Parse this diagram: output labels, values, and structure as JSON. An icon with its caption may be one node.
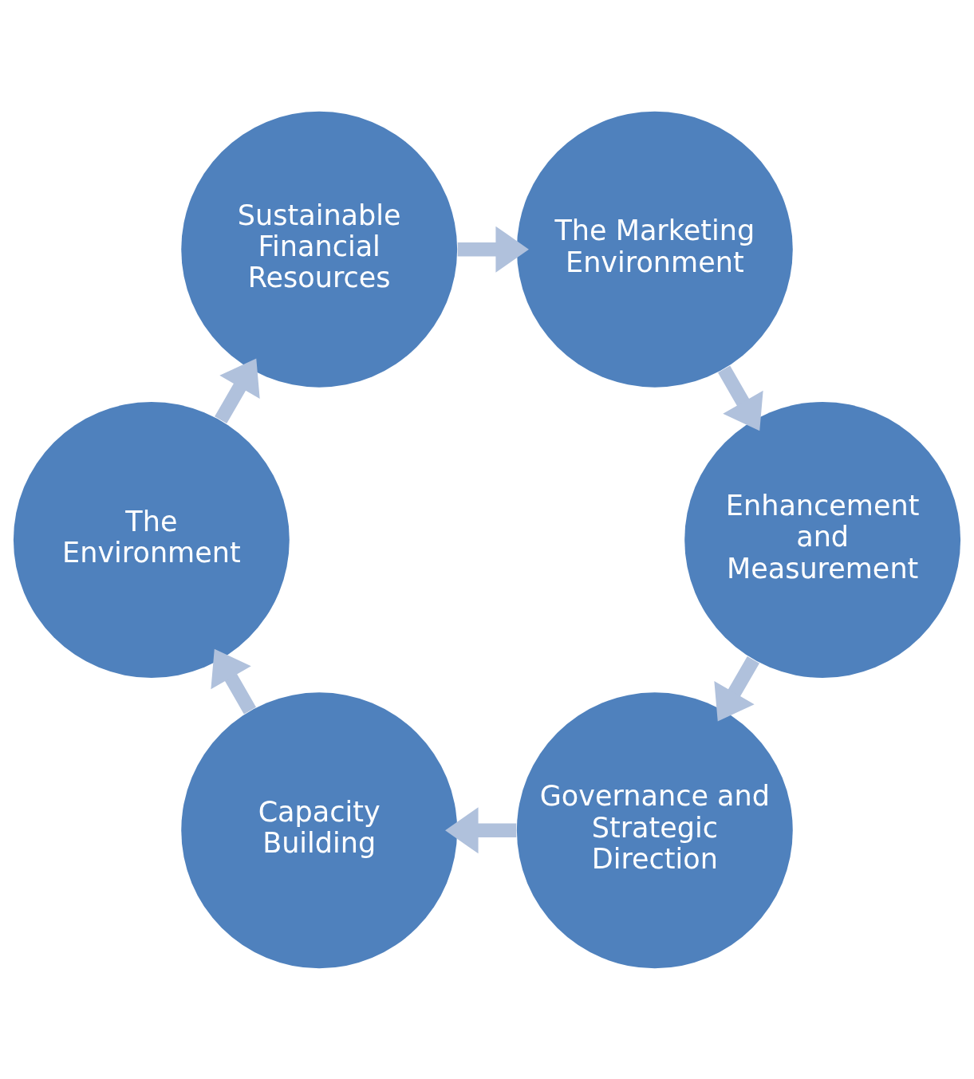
{
  "diagram": {
    "nodes": [
      {
        "text": [
          "Governance and Strategic Direction"
        ]
      },
      {
        "text": [
          "Capacity Building"
        ]
      },
      {
        "text": [
          "The Environment"
        ]
      },
      {
        "text": [
          "Sustainable Financial Resources"
        ]
      },
      {
        "text": [
          "The Marketing Environment"
        ]
      },
      {
        "text": [
          "Enhancement and Measurement"
        ]
      }
    ],
    "edges": [
      {
        "from": 0,
        "to": 1,
        "arrow": "to"
      },
      {
        "from": 1,
        "to": 2,
        "arrow": "to"
      },
      {
        "from": 2,
        "to": 3,
        "arrow": "to"
      },
      {
        "from": 3,
        "to": 4,
        "arrow": "to"
      },
      {
        "from": 4,
        "to": 5,
        "arrow": "to"
      },
      {
        "from": 5,
        "to": 0,
        "arrow": "to"
      }
    ]
  }
}
